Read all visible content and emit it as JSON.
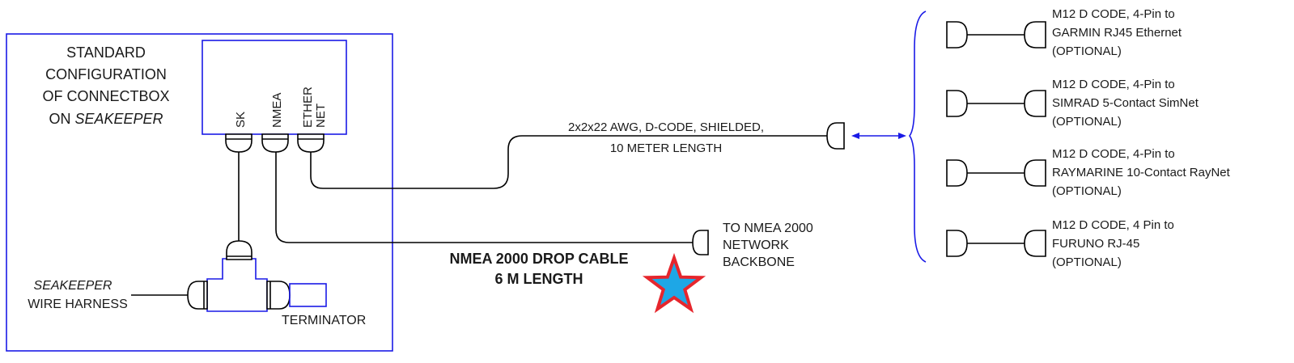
{
  "connectbox": {
    "title_line1": "STANDARD",
    "title_line2": "CONFIGURATION",
    "title_line3": "OF CONNECTBOX",
    "title_line4_prefix": "ON ",
    "title_line4_italic": "SEAKEEPER",
    "port_sk": "SK",
    "port_nmea": "NMEA",
    "port_ether_1": "ETHER",
    "port_ether_2": "NET"
  },
  "harness": {
    "line1": "SEAKEEPER",
    "line2": "WIRE HARNESS"
  },
  "terminator_label": "TERMINATOR",
  "ethernet_cable": {
    "line1": "2x2x22 AWG, D-CODE, SHIELDED,",
    "line2": "10 METER LENGTH"
  },
  "drop_cable": {
    "line1": "NMEA 2000 DROP CABLE",
    "line2": "6 M LENGTH"
  },
  "backbone": {
    "line1": "TO NMEA 2000",
    "line2": "NETWORK",
    "line3": "BACKBONE"
  },
  "options": [
    {
      "line1": "M12 D CODE, 4-Pin to",
      "line2": "GARMIN RJ45 Ethernet",
      "line3": "(OPTIONAL)"
    },
    {
      "line1": "M12 D CODE, 4-Pin to",
      "line2": "SIMRAD 5-Contact SimNet",
      "line3": "(OPTIONAL)"
    },
    {
      "line1": "M12 D CODE, 4-Pin to",
      "line2": "RAYMARINE 10-Contact RayNet",
      "line3": "(OPTIONAL)"
    },
    {
      "line1": "M12 D CODE, 4 Pin to",
      "line2": "FURUNO RJ-45",
      "line3": "(OPTIONAL)"
    }
  ],
  "colors": {
    "box_blue": "#1a1ae6",
    "star_fill": "#1ea7e6",
    "star_stroke": "#e6262d"
  }
}
